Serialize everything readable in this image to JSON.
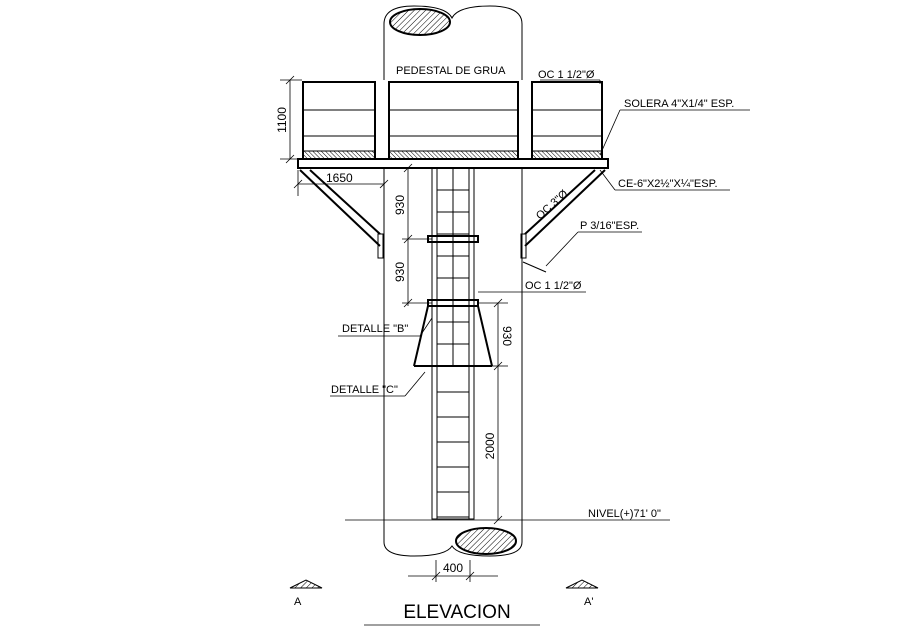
{
  "labels": {
    "pedestal": "PEDESTAL DE GRUA",
    "oc_top": "OC 1 1/2\"Ø",
    "solera": "SOLERA 4\"X1/4\" ESP.",
    "ce": "CE-6\"X2½\"X¼\"ESP.",
    "oc3": "OC 3\"Ø",
    "pl": "P 3/16\"ESP.",
    "oc_mid": "OC 1 1/2\"Ø",
    "detalle_b": "DETALLE \"B\"",
    "detalle_c": "DETALLE \"C\"",
    "nivel": "NIVEL(+)71' 0\""
  },
  "dimensions": {
    "rail_height": "1100",
    "cantilever": "1650",
    "seg1": "930",
    "seg2": "930",
    "cage": "930",
    "lower": "2000",
    "width": "400"
  },
  "section_marks": {
    "left": "A",
    "right": "A'"
  },
  "title": "ELEVACION"
}
